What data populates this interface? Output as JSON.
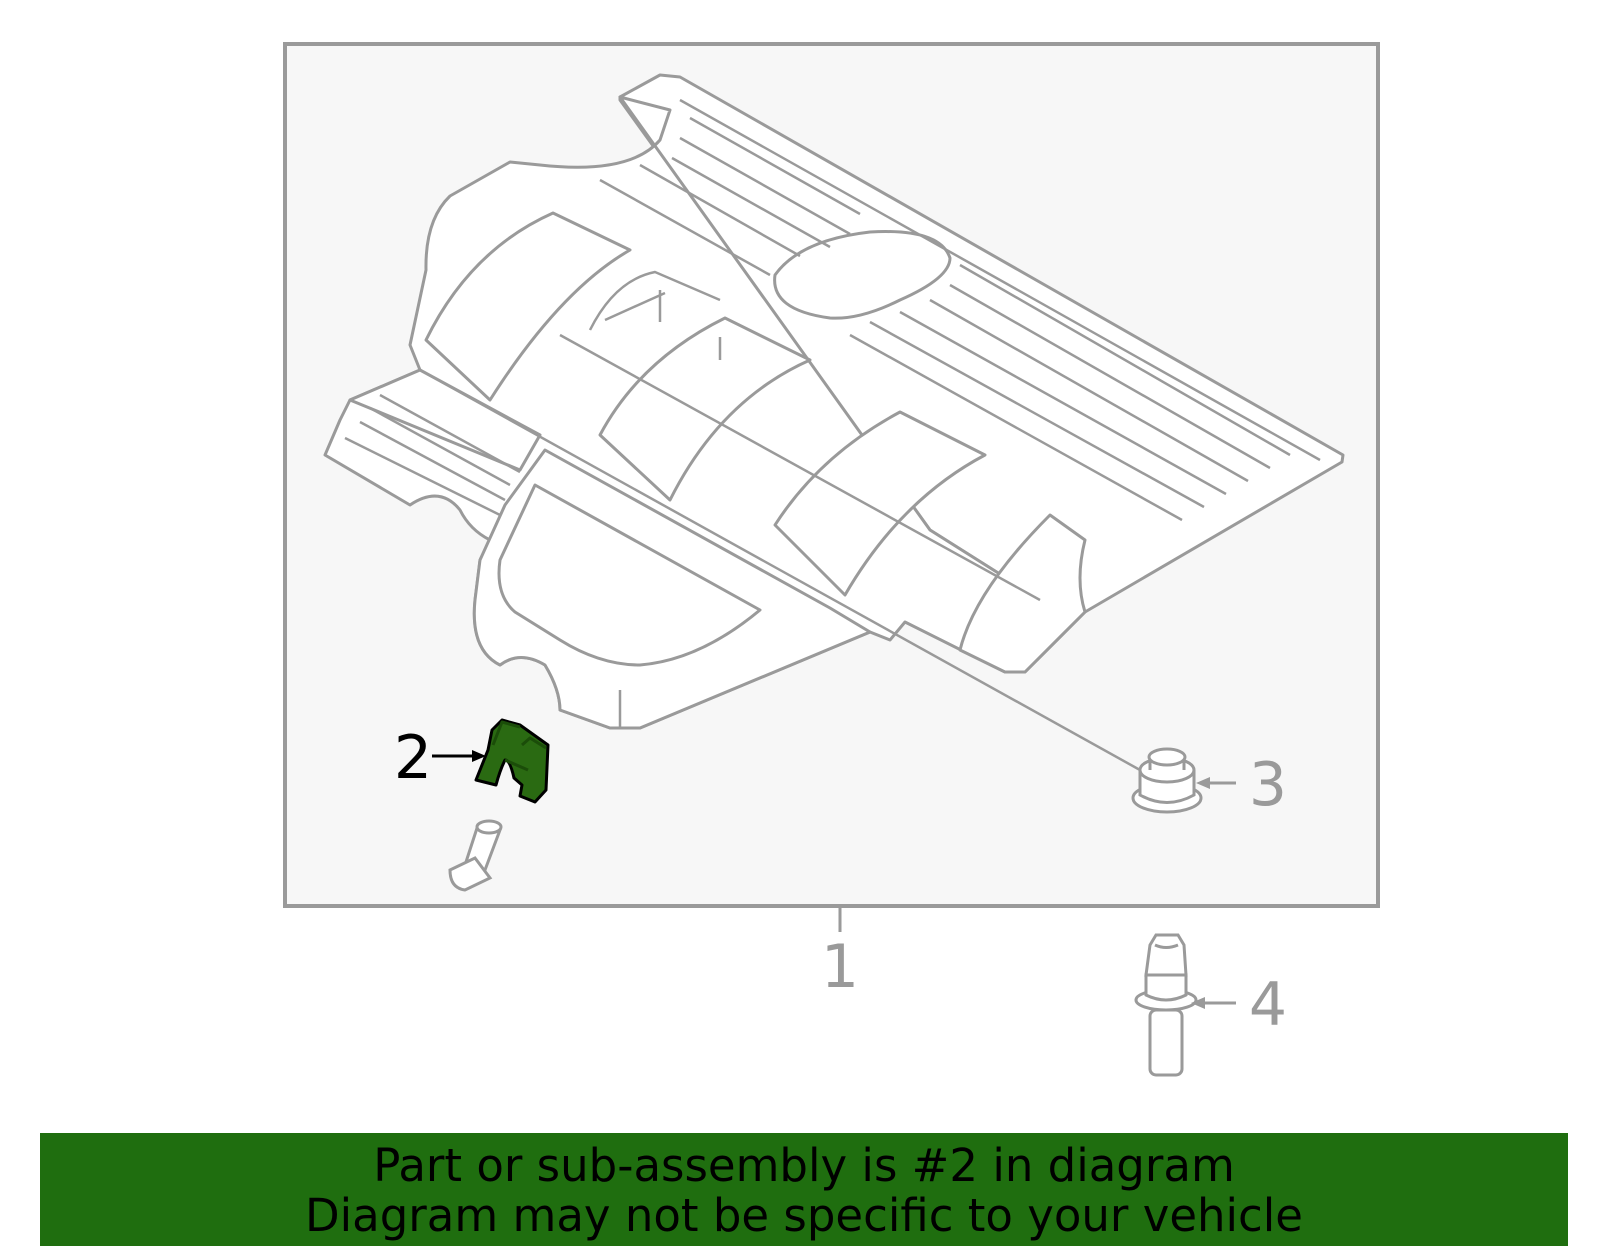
{
  "callouts": {
    "part1": "1",
    "part2": "2",
    "part3": "3",
    "part4": "4"
  },
  "banner": {
    "line1": "Part or sub-assembly is #2 in diagram",
    "line2": "Diagram may not be specific to your vehicle"
  },
  "colors": {
    "line": "#9a9a9a",
    "frame_fill": "#f7f7f7",
    "highlight": "#2a6a12",
    "banner": "#1f6e0f"
  },
  "highlighted_part": "2"
}
